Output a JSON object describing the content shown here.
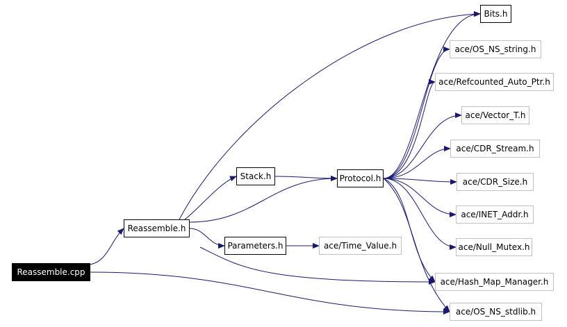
{
  "diagram": {
    "edge_color": "#191970",
    "nodes": [
      {
        "id": "reassemble_cpp",
        "label": "Reassemble.cpp",
        "kind": "root"
      },
      {
        "id": "reassemble_h",
        "label": "Reassemble.h",
        "kind": "local"
      },
      {
        "id": "stack_h",
        "label": "Stack.h",
        "kind": "local"
      },
      {
        "id": "parameters_h",
        "label": "Parameters.h",
        "kind": "local"
      },
      {
        "id": "protocol_h",
        "label": "Protocol.h",
        "kind": "local"
      },
      {
        "id": "bits_h",
        "label": "Bits.h",
        "kind": "local"
      },
      {
        "id": "os_ns_string",
        "label": "ace/OS_NS_string.h",
        "kind": "external"
      },
      {
        "id": "refcounted",
        "label": "ace/Refcounted_Auto_Ptr.h",
        "kind": "external"
      },
      {
        "id": "vector_t",
        "label": "ace/Vector_T.h",
        "kind": "external"
      },
      {
        "id": "cdr_stream",
        "label": "ace/CDR_Stream.h",
        "kind": "external"
      },
      {
        "id": "cdr_size",
        "label": "ace/CDR_Size.h",
        "kind": "external"
      },
      {
        "id": "inet_addr",
        "label": "ace/INET_Addr.h",
        "kind": "external"
      },
      {
        "id": "null_mutex",
        "label": "ace/Null_Mutex.h",
        "kind": "external"
      },
      {
        "id": "hash_map",
        "label": "ace/Hash_Map_Manager.h",
        "kind": "external"
      },
      {
        "id": "os_ns_stdlib",
        "label": "ace/OS_NS_stdlib.h",
        "kind": "external"
      },
      {
        "id": "time_value",
        "label": "ace/Time_Value.h",
        "kind": "external"
      }
    ],
    "edges": [
      {
        "from": "reassemble_cpp",
        "to": "reassemble_h"
      },
      {
        "from": "reassemble_cpp",
        "to": "os_ns_stdlib"
      },
      {
        "from": "reassemble_h",
        "to": "bits_h"
      },
      {
        "from": "reassemble_h",
        "to": "stack_h"
      },
      {
        "from": "reassemble_h",
        "to": "protocol_h"
      },
      {
        "from": "reassemble_h",
        "to": "parameters_h"
      },
      {
        "from": "reassemble_h",
        "to": "hash_map"
      },
      {
        "from": "stack_h",
        "to": "protocol_h"
      },
      {
        "from": "parameters_h",
        "to": "time_value"
      },
      {
        "from": "protocol_h",
        "to": "bits_h"
      },
      {
        "from": "protocol_h",
        "to": "os_ns_string"
      },
      {
        "from": "protocol_h",
        "to": "refcounted"
      },
      {
        "from": "protocol_h",
        "to": "vector_t"
      },
      {
        "from": "protocol_h",
        "to": "cdr_stream"
      },
      {
        "from": "protocol_h",
        "to": "cdr_size"
      },
      {
        "from": "protocol_h",
        "to": "inet_addr"
      },
      {
        "from": "protocol_h",
        "to": "null_mutex"
      },
      {
        "from": "protocol_h",
        "to": "hash_map"
      },
      {
        "from": "protocol_h",
        "to": "os_ns_stdlib"
      }
    ]
  }
}
